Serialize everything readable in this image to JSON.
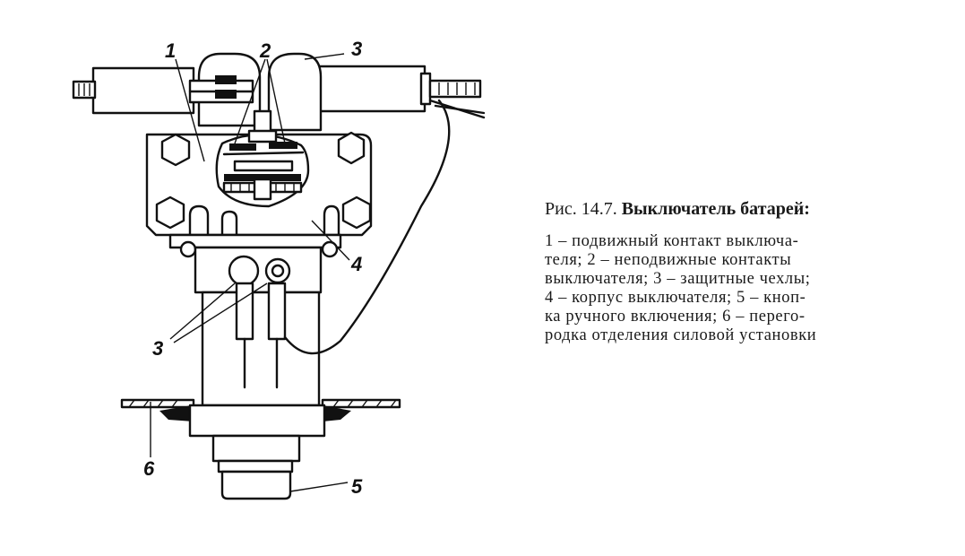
{
  "figure": {
    "labels": {
      "l1": "1",
      "l2": "2",
      "l3_top": "3",
      "l3_bottom": "3",
      "l4": "4",
      "l5": "5",
      "l6": "6"
    }
  },
  "caption": {
    "prefix": "Рис. 14.7.",
    "title": "Выключатель батарей:",
    "lines": [
      "1 – подвижный контакт выключа-",
      "теля; 2 – неподвижные контакты",
      "выключателя; 3 – защитные чехлы;",
      "4 – корпус выключателя; 5 – кноп-",
      "ка ручного включения; 6 – перего-",
      "родка отделения силовой установки"
    ]
  }
}
